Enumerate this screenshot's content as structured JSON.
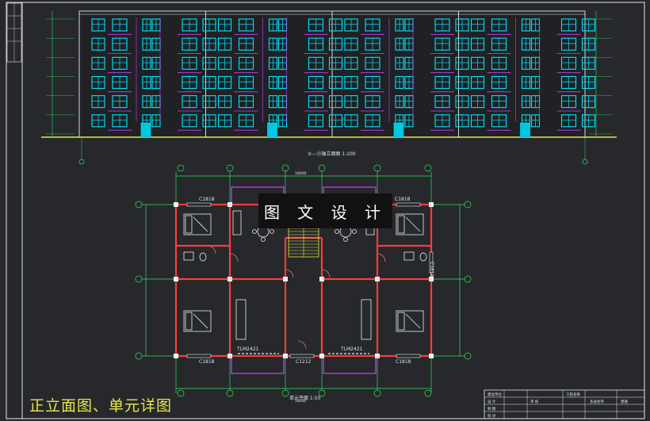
{
  "watermark": "图 文 设 计",
  "caption": "正立面图、单元详图",
  "elevation": {
    "title": "①—⑪轴立面图 1:100",
    "units": 4,
    "floors": 6
  },
  "plan": {
    "title": "单元平面 1:50",
    "window_labels": [
      "C1818",
      "C1818",
      "C1818",
      "C1818",
      "C1212",
      "C1818"
    ],
    "door_labels": [
      "TLM2421",
      "TLM2421"
    ],
    "axis_top": [
      "①",
      "②",
      "③",
      "④",
      "⑤",
      "⑥"
    ],
    "axis_left": [
      "Ⓒ",
      "Ⓑ",
      "Ⓐ"
    ],
    "dim_total": "18000"
  },
  "titleblock": {
    "header_left": "建设单位",
    "header_right": "工程名称",
    "rows": [
      "设 计",
      "制 图",
      "校 对",
      "审 核"
    ],
    "project": "多层住宅",
    "sheet": "建施"
  },
  "colors": {
    "cyan": "#00e5ff",
    "magenta": "#d43cff",
    "red": "#ff3b3b",
    "green": "#30e06a",
    "yellow": "#e7e84a"
  }
}
